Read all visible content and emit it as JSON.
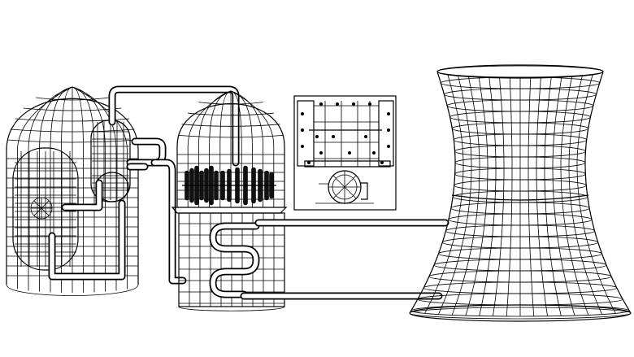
{
  "diagram": {
    "components": [
      {
        "id": "reactor-containment",
        "icon": "dome-vessel"
      },
      {
        "id": "reactor-pressure-vessel",
        "icon": "capsule-vessel"
      },
      {
        "id": "pressurizer",
        "icon": "capsule-vessel"
      },
      {
        "id": "turbine-building",
        "icon": "dome-vessel"
      },
      {
        "id": "turbine-rotor",
        "icon": "bladed-rotor"
      },
      {
        "id": "condenser-coil",
        "icon": "serpentine-pipe"
      },
      {
        "id": "detail-inset",
        "icon": "schematic-panel"
      },
      {
        "id": "cooling-tower",
        "icon": "hyperboloid-tower"
      }
    ],
    "colors": {
      "line": "#000000",
      "background": "#ffffff"
    }
  }
}
